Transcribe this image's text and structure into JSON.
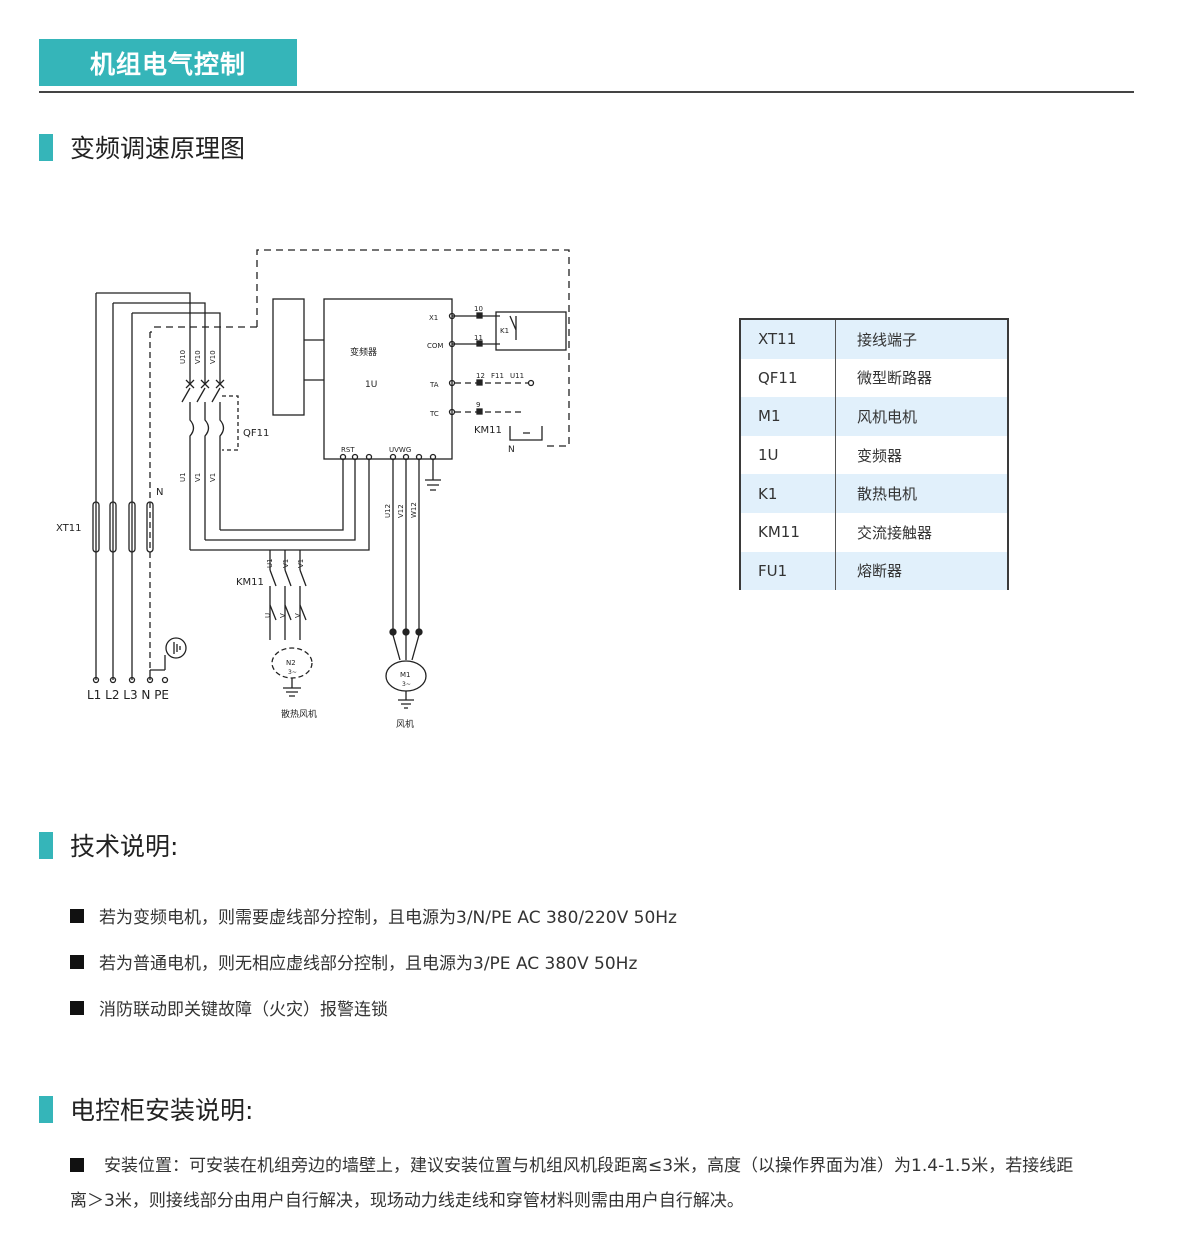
{
  "header": {
    "title": "机组电气控制"
  },
  "sections": {
    "schematic": "变频调速原理图",
    "tech": "技术说明:",
    "install": "电控柜安装说明:"
  },
  "diagram": {
    "xt11": "XT11",
    "qf11": "QF11",
    "km11_left": "KM11",
    "km11_right": "KM11",
    "vfd_name": "变频器",
    "vfd_id": "1U",
    "x1": "X1",
    "com": "COM",
    "ta": "TA",
    "tc": "TC",
    "rst": "RST",
    "uvwg": "UVWG",
    "k1": "K1",
    "t10": "10",
    "t11": "11",
    "t12": "12",
    "t9": "9",
    "f11": "F11",
    "u11": "U11",
    "n_right": "N",
    "n_left": "N",
    "u10": "U10",
    "v10": "V10",
    "w10": "V10",
    "u1": "U1",
    "v1": "V1",
    "w1": "V1",
    "u11b": "U1",
    "v11b": "V1",
    "w11b": "V1",
    "u_n": "U",
    "v_n": "V",
    "w_n": "V",
    "u12": "U12",
    "v12": "V12",
    "w12": "W12",
    "bottom_labels": "L1  L2 L3 N PE",
    "n2": "N2",
    "n2_phase": "3~",
    "m1": "M1",
    "m1_phase": "3~",
    "fan_cool": "散热风机",
    "fan": "风机"
  },
  "legend": [
    {
      "code": "XT11",
      "name": "接线端子"
    },
    {
      "code": "QF11",
      "name": "微型断路器"
    },
    {
      "code": "M1",
      "name": "风机电机"
    },
    {
      "code": "1U",
      "name": "变频器"
    },
    {
      "code": "K1",
      "name": "散热电机"
    },
    {
      "code": "KM11",
      "name": "交流接触器"
    },
    {
      "code": "FU1",
      "name": "熔断器"
    }
  ],
  "tech_points": [
    "若为变频电机，则需要虚线部分控制，且电源为3/N/PE AC 380/220V  50Hz",
    "若为普通电机，则无相应虚线部分控制，且电源为3/PE AC 380V 50Hz",
    "消防联动即关键故障（火灾）报警连锁"
  ],
  "install_text": "安装位置：可安装在机组旁边的墙壁上，建议安装位置与机组风机段距离≤3米，高度（以操作界面为准）为1.4-1.5米，若接线距离＞3米，则接线部分由用户自行解决，现场动力线走线和穿管材料则需由用户自行解决。",
  "colors": {
    "accent": "#35b5b9",
    "legend_alt_row": "#e1f0fb"
  }
}
